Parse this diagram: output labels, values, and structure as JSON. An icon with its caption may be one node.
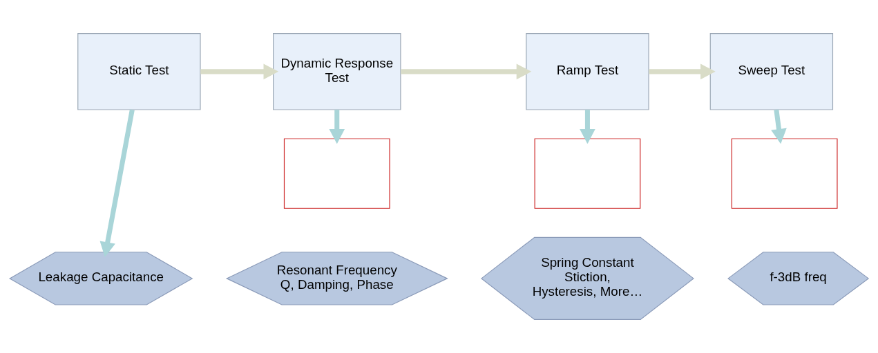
{
  "diagram": {
    "nodes": [
      {
        "text": [
          "Static Test"
        ]
      },
      {
        "text": [
          "Dynamic Response Test"
        ]
      },
      {
        "text": [
          "Ramp Test"
        ]
      },
      {
        "text": [
          "Sweep Test"
        ]
      },
      {
        "text": [],
        "shape": "box"
      },
      {
        "text": [],
        "shape": "box"
      },
      {
        "text": [],
        "shape": "box"
      },
      {
        "text": [
          "Leakage Capacitance"
        ]
      },
      {
        "text": [
          "Resonant Frequency Q, Damping, Phase"
        ]
      },
      {
        "text": [
          "Spring Constant Stiction, Hysteresis, More…"
        ]
      },
      {
        "text": [
          "f-3dB freq"
        ]
      }
    ],
    "edges": [
      {
        "from": 0,
        "to": 1,
        "arrow": "to",
        "color": "#d9dcc7"
      },
      {
        "from": 1,
        "to": 2,
        "arrow": "to",
        "color": "#d9dcc7"
      },
      {
        "from": 2,
        "to": 3,
        "arrow": "to",
        "color": "#d9dcc7"
      },
      {
        "from": 0,
        "to": 7,
        "arrow": "to"
      },
      {
        "from": 1,
        "to": 4,
        "arrow": "to"
      },
      {
        "from": 2,
        "to": 5,
        "arrow": "to"
      },
      {
        "from": 3,
        "to": 6,
        "arrow": "to"
      }
    ]
  }
}
